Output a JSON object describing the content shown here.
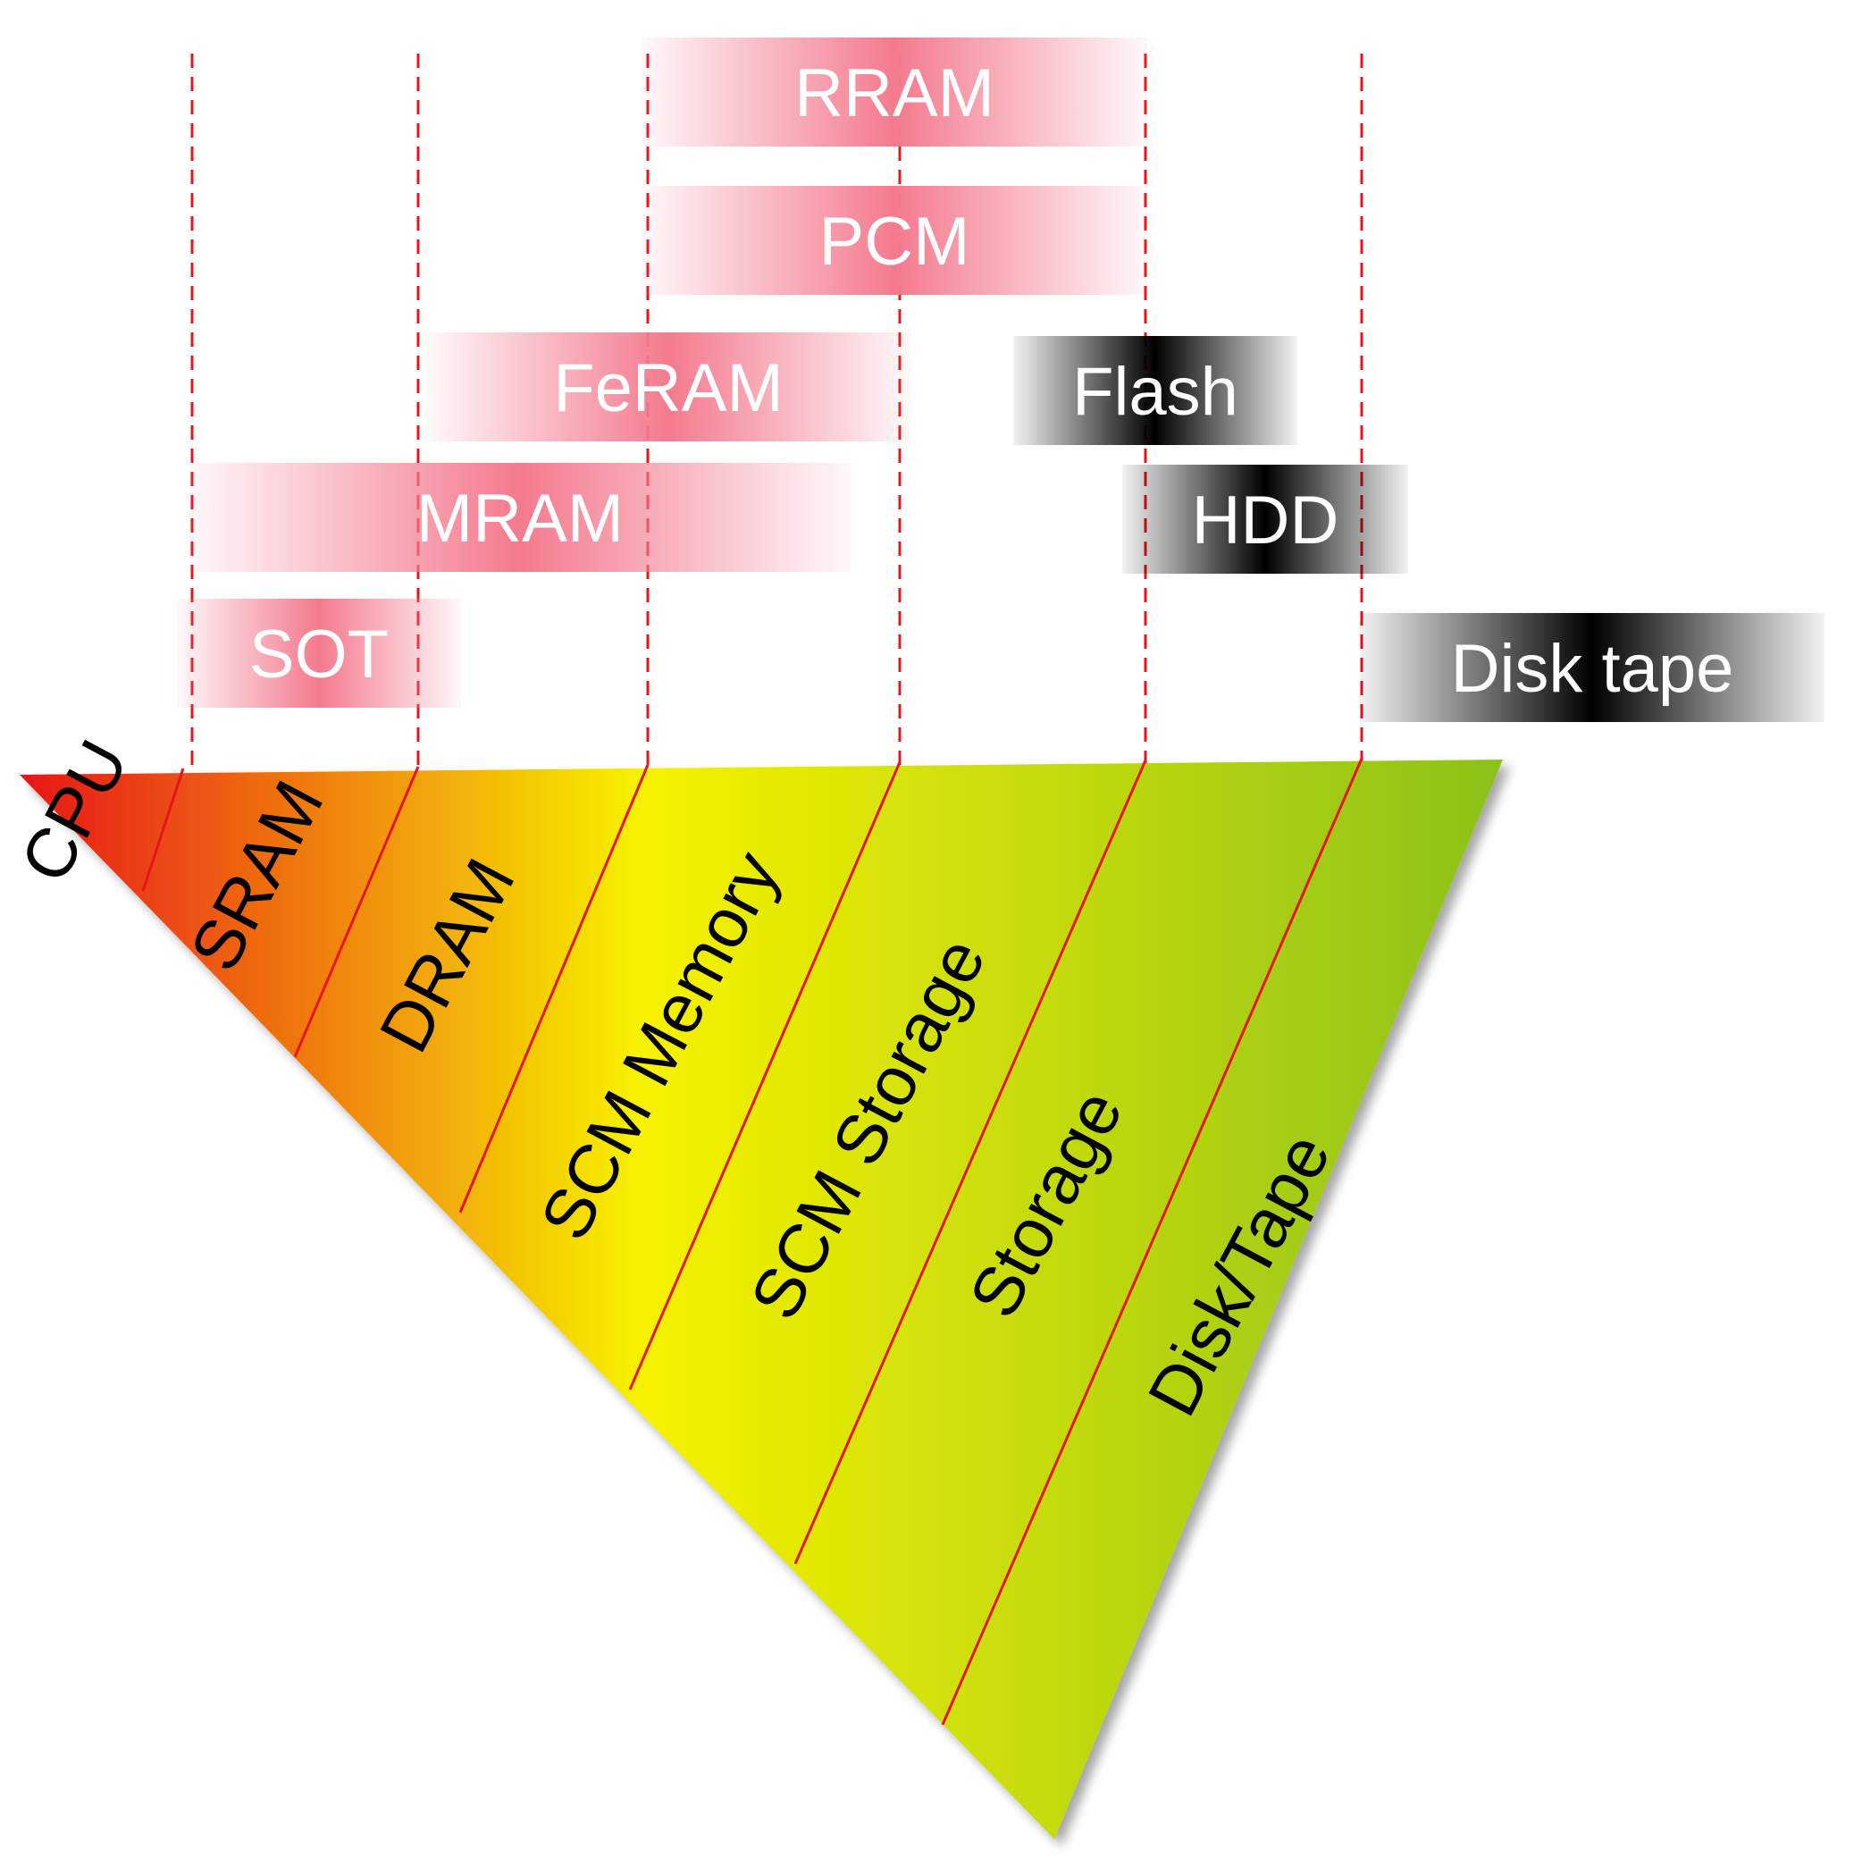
{
  "colors": {
    "apex": "#e8141a",
    "mid": "#f7f200",
    "base": "#8cc11a",
    "divider": "#e8141a",
    "emerging_tech": "#f47a8e",
    "conventional_tech": "#000000"
  },
  "hierarchy": {
    "levels": [
      {
        "label": "CPU"
      },
      {
        "label": "SRAM"
      },
      {
        "label": "DRAM"
      },
      {
        "label": "SCM Memory"
      },
      {
        "label": "SCM Storage"
      },
      {
        "label": "Storage"
      },
      {
        "label": "Disk/Tape"
      }
    ]
  },
  "technologies": {
    "emerging": [
      {
        "label": "RRAM"
      },
      {
        "label": "PCM"
      },
      {
        "label": "FeRAM"
      },
      {
        "label": "MRAM"
      },
      {
        "label": "SOT"
      }
    ],
    "conventional": [
      {
        "label": "Flash"
      },
      {
        "label": "HDD"
      },
      {
        "label": "Disk tape"
      }
    ]
  }
}
